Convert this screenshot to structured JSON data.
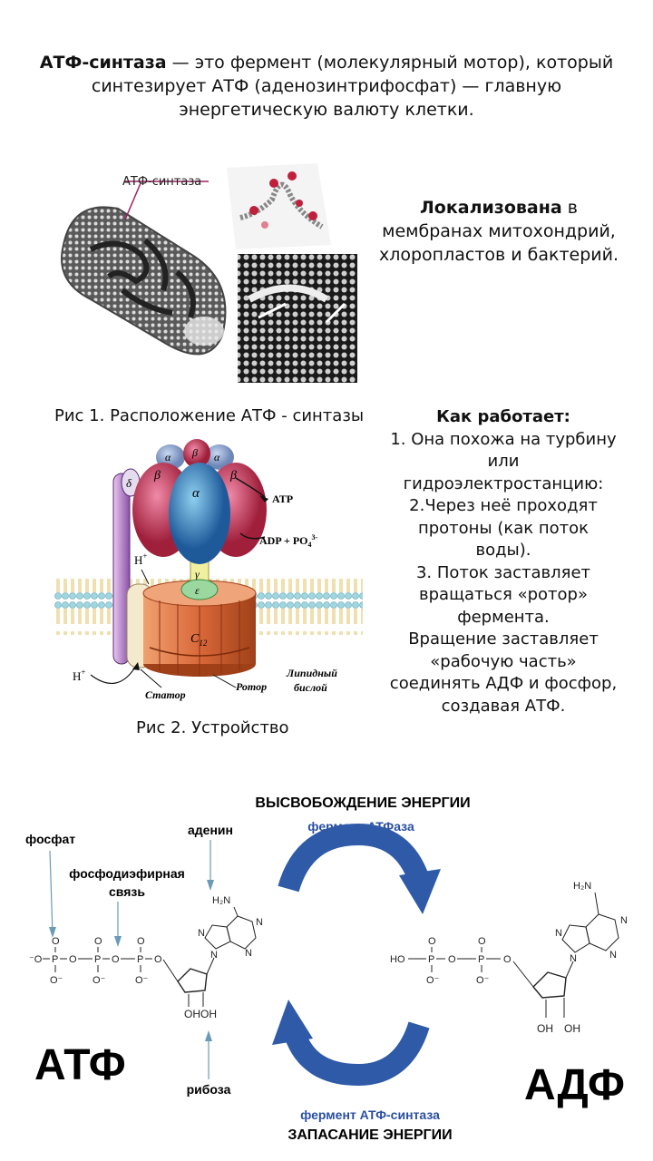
{
  "intro": {
    "term": "АТФ-синтаза",
    "text": " — это фермент (молекулярный мотор), который синтезирует АТФ (аденозинтрифосфат) — главную энергетическую валюту клетки."
  },
  "figure1": {
    "label": "АТФ-синтаза",
    "caption": "Рис 1. Расположение АТФ - синтазы"
  },
  "localization": {
    "bold": "Локализована",
    "text": " в мембранах митохондрий, хлоропластов и бактерий."
  },
  "how_it_works": {
    "title": "Как работает:",
    "lines": [
      "1.  Она похожа на турбину",
      "или",
      "гидроэлектростанцию:",
      "2.Через неё проходят",
      "протоны (как поток",
      "воды).",
      "3. Поток заставляет",
      "вращаться «ротор»",
      "фермента.",
      "Вращение заставляет",
      "«рабочую часть»",
      "соединять АДФ и фосфор,",
      "создавая АТФ."
    ]
  },
  "figure2": {
    "caption": "Рис 2. Устройство",
    "labels": {
      "alpha": "α",
      "beta": "β",
      "delta": "δ",
      "gamma": "γ",
      "epsilon": "ε",
      "atp": "ATP",
      "adp": "ADP + PO",
      "po_sub": "4",
      "po_sup": "3-",
      "c12": "C",
      "c12_sub": "12",
      "h_top": "H",
      "h_bottom": "H",
      "plus": "+",
      "stator": "Статор",
      "rotor": "Ротор",
      "lipid1": "Липидный",
      "lipid2": "бислой"
    }
  },
  "cycle": {
    "release": "ВЫСВОБОЖДЕНИЕ ЭНЕРГИИ",
    "enzyme_atpase": "фермент АТФаза",
    "enzyme_synthase": "фермент АТФ-синтаза",
    "storage": "ЗАПАСАНИЕ ЭНЕРГИИ",
    "atp_label": "АТФ",
    "adp_label": "АДФ",
    "phosphate": "фосфат",
    "bond1": "фосфодиэфирная",
    "bond2": "связь",
    "adenine": "аденин",
    "ribose": "рибоза",
    "atoms": {
      "o": "O",
      "p": "P",
      "o_minus": "O⁻",
      "minus_o": "⁻O",
      "ho": "HO",
      "n": "N",
      "oh": "OH",
      "ohoh": "OHOH",
      "h2n": "H₂N"
    },
    "colors": {
      "arrow": "#2e5aa8",
      "enzyme_text": "#2a4fa0"
    }
  }
}
